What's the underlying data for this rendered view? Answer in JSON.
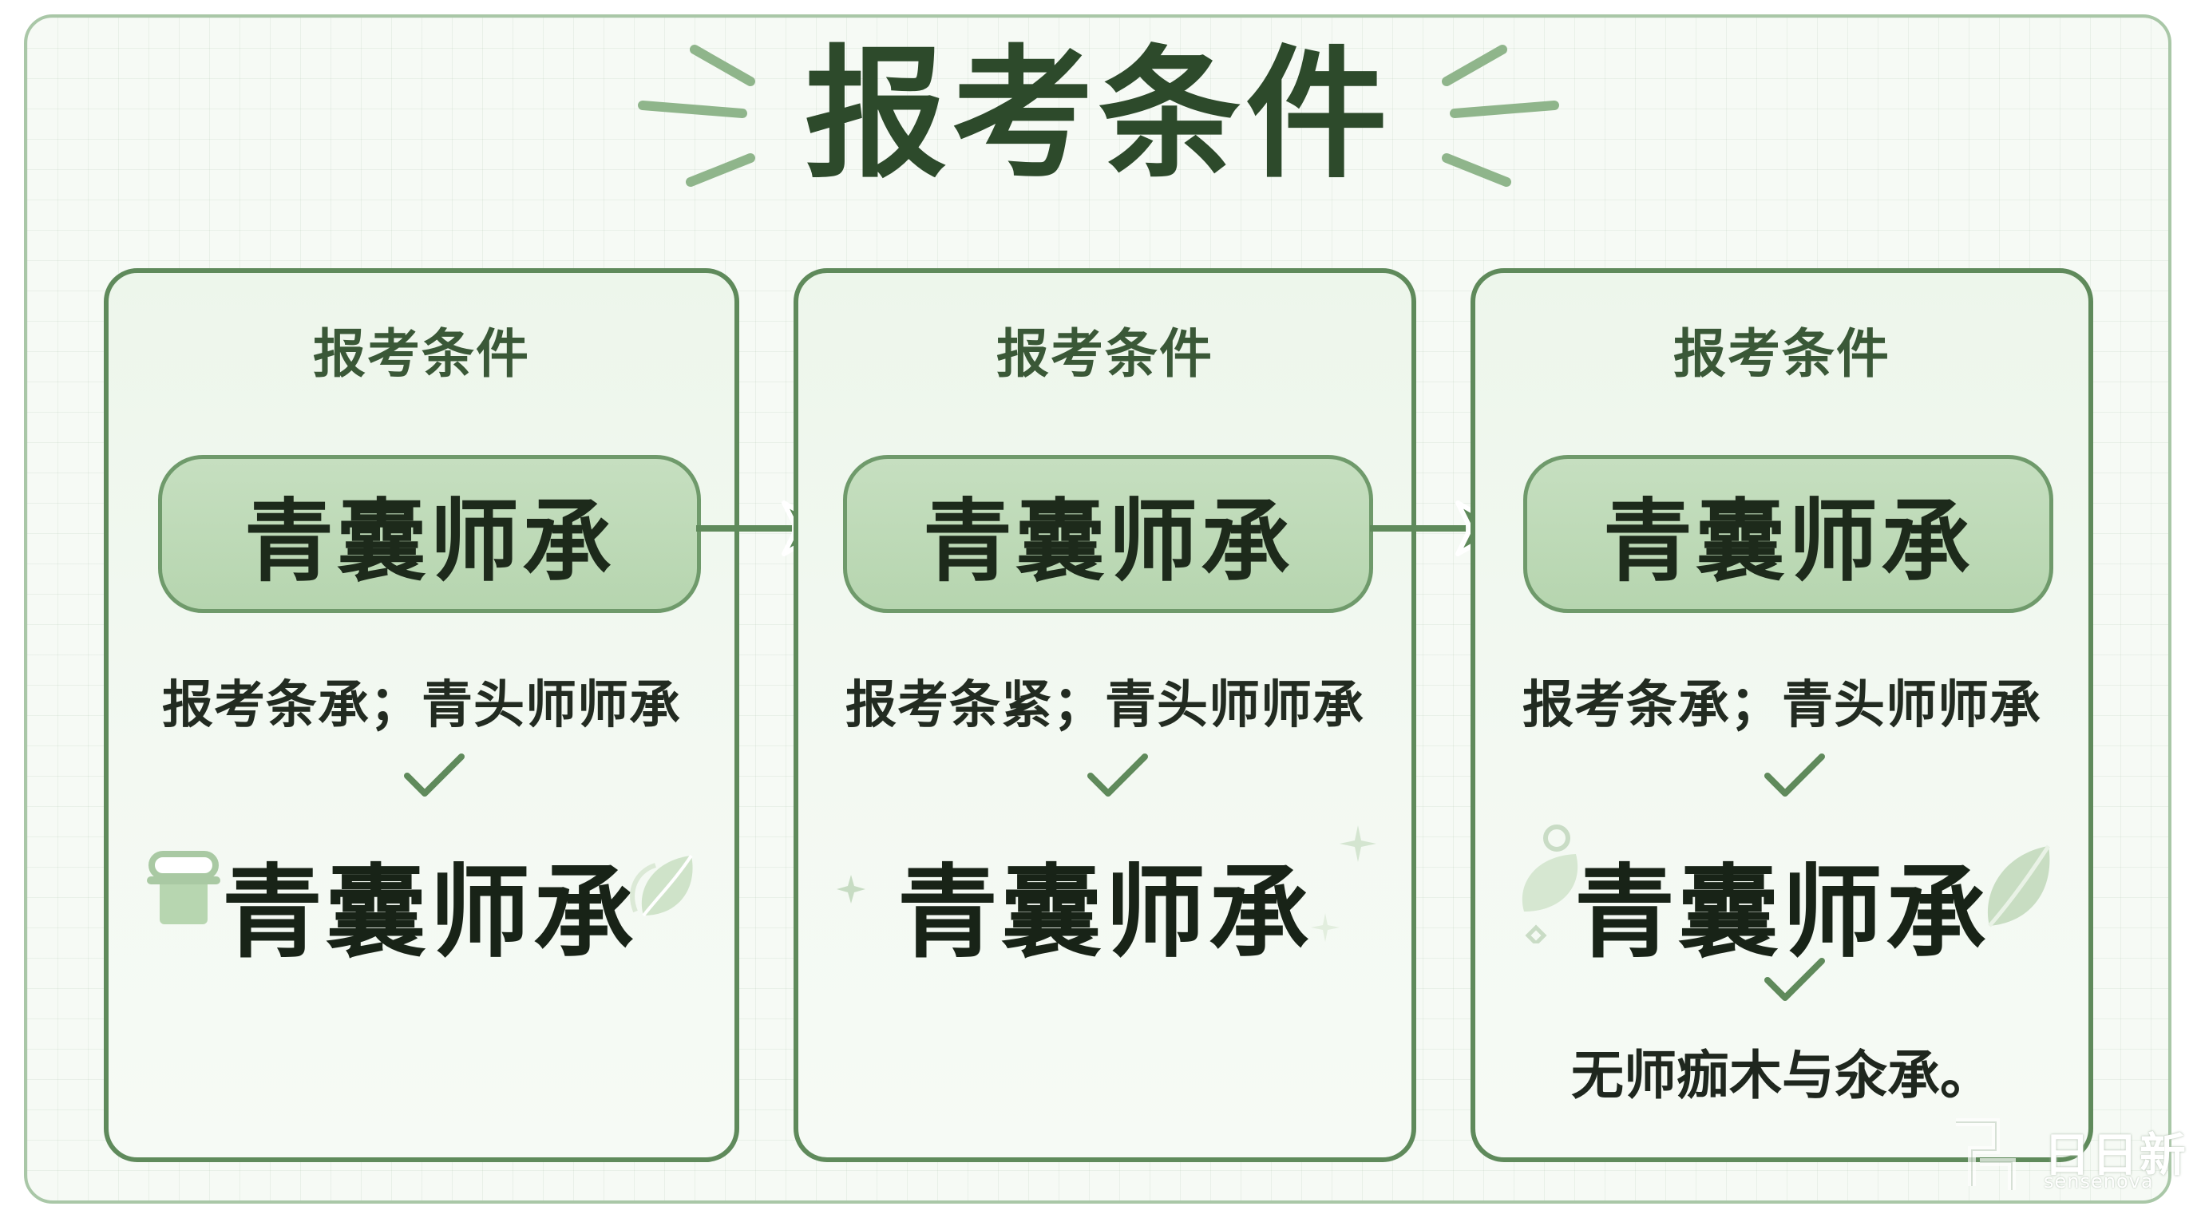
{
  "title": "报考条件",
  "cards": [
    {
      "header": "报考条件",
      "pill_label": "青囊师承",
      "condition": "报考条承；青头师师承",
      "result": "青囊师承",
      "note": ""
    },
    {
      "header": "报考条件",
      "pill_label": "青囊师承",
      "condition": "报考条紧；青头师师承",
      "result": "青囊师承",
      "note": ""
    },
    {
      "header": "报考条件",
      "pill_label": "青囊师承",
      "condition": "报考条承；青头师师承",
      "result": "青囊师承",
      "note": "无师痂木与氽承。"
    }
  ],
  "icons": {
    "check": "check-icon",
    "arrow": "arrow-right-icon",
    "leaf": "leaf-icon",
    "sparkle": "sparkle-icon",
    "bowl": "bowl-icon"
  },
  "colors": {
    "accent": "#5f8a5b",
    "pill_fill": "#bcd9b5",
    "title": "#2d4a2b",
    "frame": "#a9c7a7"
  },
  "watermark": {
    "brand": "日日新",
    "sub": "sensenova"
  }
}
